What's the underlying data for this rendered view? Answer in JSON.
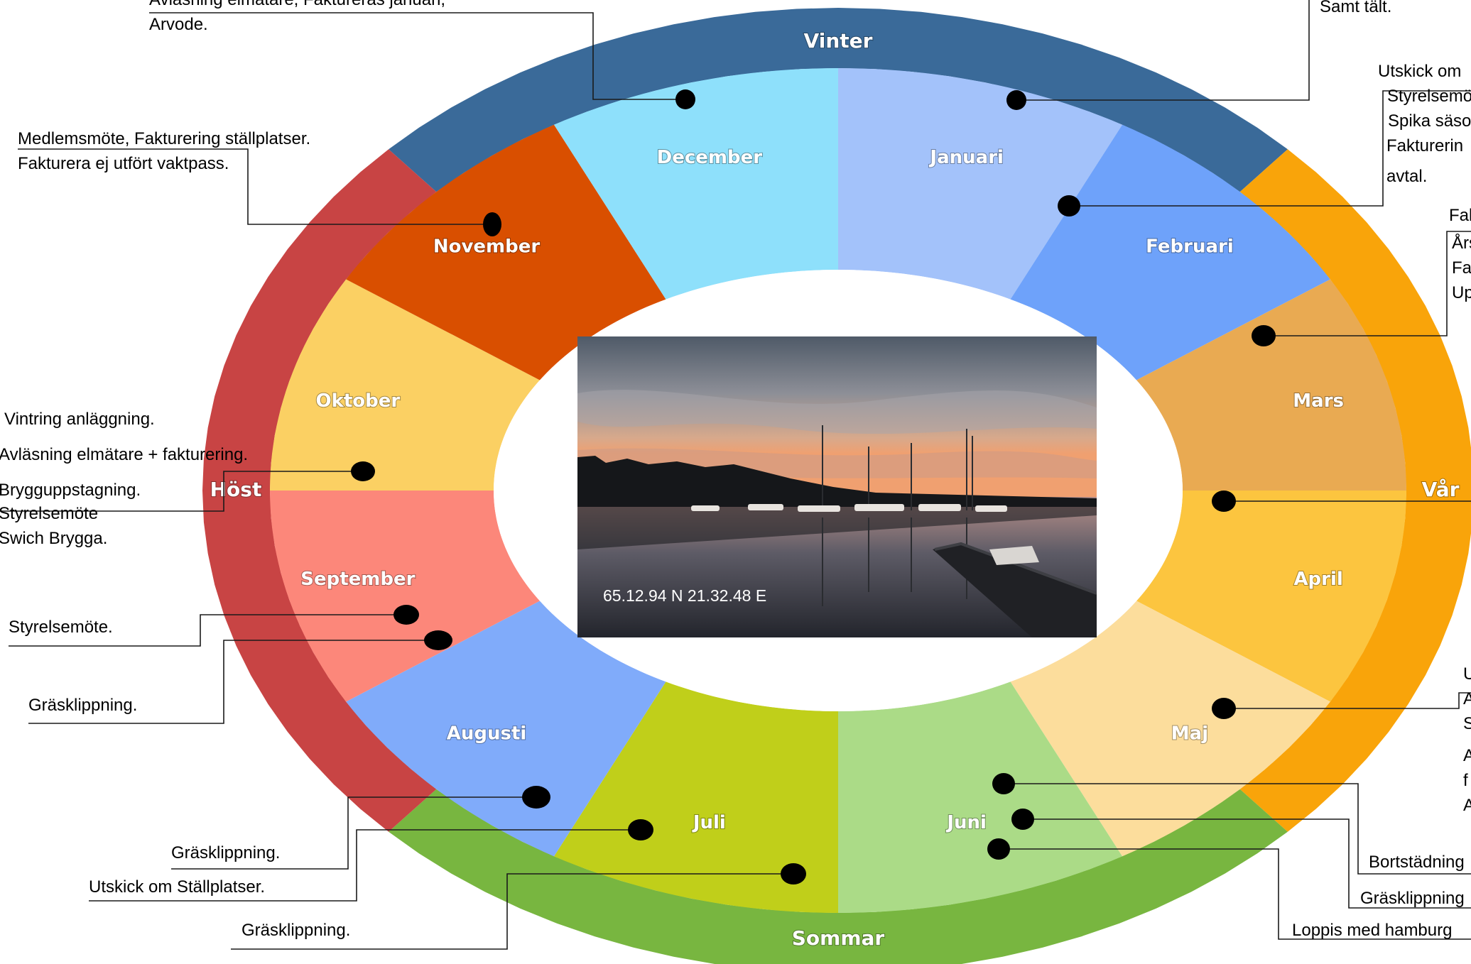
{
  "seasons": [
    {
      "name": "Vinter",
      "color": "#3a6a99"
    },
    {
      "name": "Vår",
      "color": "#f9a40a"
    },
    {
      "name": "Sommar",
      "color": "#78b640"
    },
    {
      "name": "Höst",
      "color": "#c84444"
    }
  ],
  "months": [
    {
      "name": "Januari",
      "color": "#a3c2fa"
    },
    {
      "name": "Februari",
      "color": "#6ea2fa"
    },
    {
      "name": "Mars",
      "color": "#e9aa52"
    },
    {
      "name": "April",
      "color": "#fcc53f"
    },
    {
      "name": "Maj",
      "color": "#fcdd9c"
    },
    {
      "name": "Juni",
      "color": "#abdb87"
    },
    {
      "name": "Juli",
      "color": "#c0cf1a"
    },
    {
      "name": "Augusti",
      "color": "#80abfa"
    },
    {
      "name": "September",
      "color": "#fc877a"
    },
    {
      "name": "Oktober",
      "color": "#fbd063"
    },
    {
      "name": "November",
      "color": "#d94f00"
    },
    {
      "name": "December",
      "color": "#8ee0fb"
    }
  ],
  "photo": {
    "coordinates": "65.12.94 N  21.32.48 E"
  },
  "notes": {
    "december": [
      "Avläsning elmätare, Faktureras januari,",
      "Arvode."
    ],
    "januari": [
      "Samt tält."
    ],
    "februari": [
      "Utskick om",
      "Styrelsemö",
      "Spika säso",
      "Fakturerin",
      "avtal."
    ],
    "mars": [
      "Fak",
      "Års",
      "Fak",
      "Up"
    ],
    "maj": [
      "U",
      "A",
      "S",
      "A",
      "f",
      "A"
    ],
    "juni_1": [
      "Bortstädning"
    ],
    "juni_2": [
      "Gräsklippning"
    ],
    "juni_3": [
      "Loppis med hamburg"
    ],
    "november": [
      "Medlemsmöte, Fakturering ställplatser.",
      "Fakturera ej utfört vaktpass."
    ],
    "oktober": [
      "Vintring anläggning.",
      "Avläsning elmätare + fakturering.",
      "Brygguppstagning.",
      "Styrelsemöte",
      "Swich Brygga."
    ],
    "september_1": [
      "Styrelsemöte."
    ],
    "september_2": [
      "Gräsklippning."
    ],
    "augusti": [
      "Gräsklippning."
    ],
    "juli_1": [
      "Utskick om Ställplatser."
    ],
    "juli_2": [
      "Gräsklippning."
    ]
  }
}
